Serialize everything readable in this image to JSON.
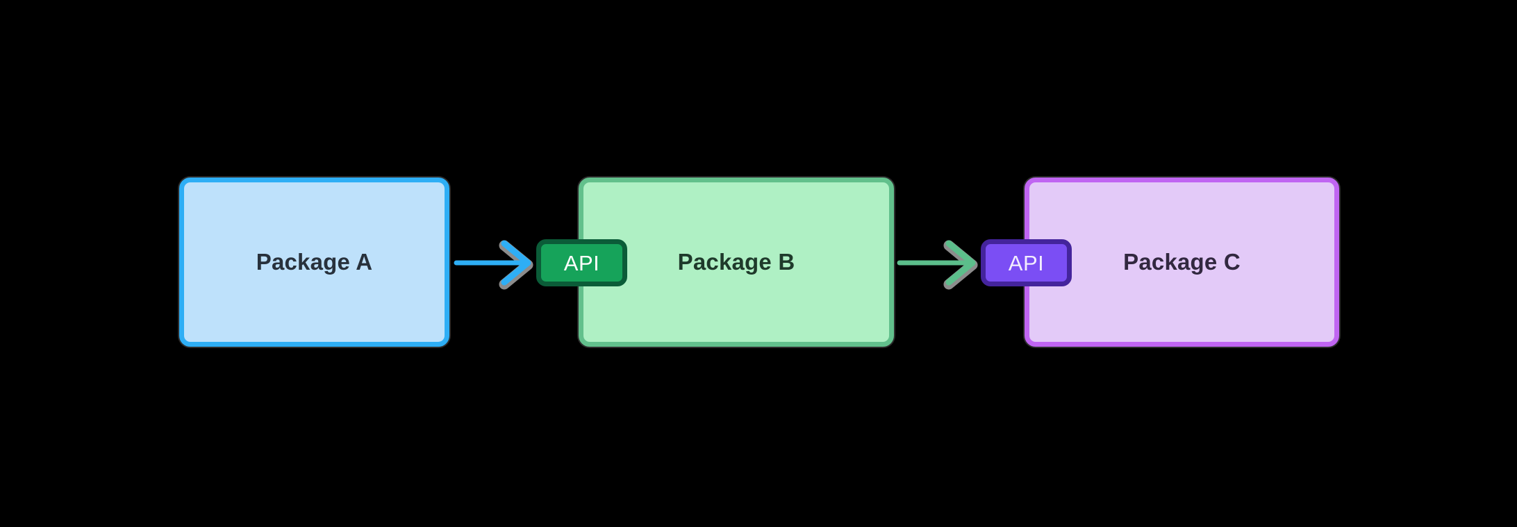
{
  "canvas": {
    "background": "#000000"
  },
  "diagram": {
    "packages": [
      {
        "label": "Package A",
        "fill": "#BEE1FB",
        "border": "#2EAEF5",
        "text_color": "#28313C"
      },
      {
        "label": "Package B",
        "fill": "#AFF0C4",
        "border": "#62C08C",
        "text_color": "#1F3A2B"
      },
      {
        "label": "Package C",
        "fill": "#E3CAF8",
        "border": "#C065F2",
        "text_color": "#322840"
      }
    ],
    "api_badges": [
      {
        "label": "API",
        "fill": "#16A35A",
        "border": "#0B5C38",
        "text_color": "#FFFFFF",
        "attached_to": "Package B"
      },
      {
        "label": "API",
        "fill": "#7B4EF4",
        "border": "#44249C",
        "text_color": "#F2ECFE",
        "attached_to": "Package C"
      }
    ],
    "arrows": [
      {
        "from": "Package A",
        "to": "Package B API",
        "color": "#2EAEF5",
        "shadow_color": "#8C8C8C"
      },
      {
        "from": "Package B",
        "to": "Package C API",
        "color": "#5CBE8B",
        "shadow_color": "#8C8C8C"
      }
    ]
  }
}
